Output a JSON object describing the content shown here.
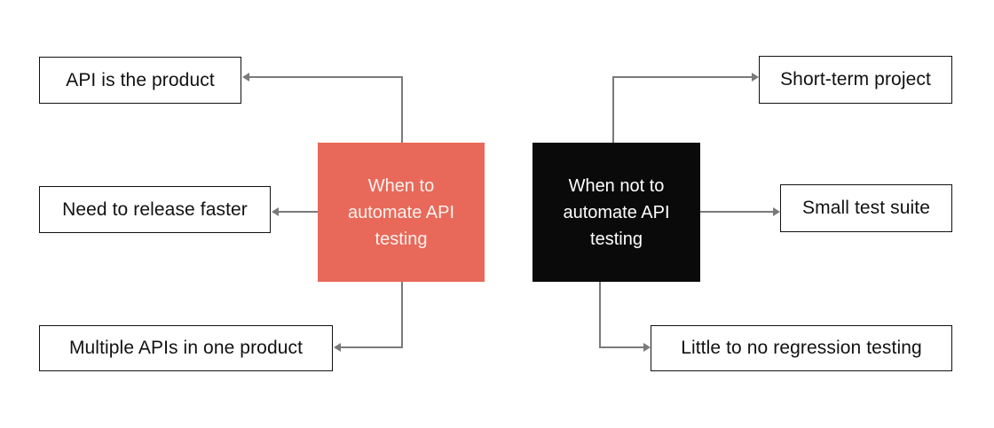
{
  "diagram": {
    "type": "flowchart",
    "background_color": "#ffffff",
    "connector_color": "#7a7a7a",
    "clusters": [
      {
        "id": "when-to-automate",
        "center": {
          "label": "When to automate API testing",
          "line1": "When to",
          "line2": "automate API",
          "line3": "testing",
          "fill_color": "#e8695a",
          "text_color": "#fdf2ee"
        },
        "direction": "center-to-leaves-left",
        "leaves": [
          {
            "label": "API is the product",
            "position": "top-left"
          },
          {
            "label": "Need to release faster",
            "position": "middle-left"
          },
          {
            "label": "Multiple APIs in one product",
            "position": "bottom-left"
          }
        ]
      },
      {
        "id": "when-not-to-automate",
        "center": {
          "label": "When not to automate API testing",
          "line1": "When not to",
          "line2": "automate API",
          "line3": "testing",
          "fill_color": "#0a0a0a",
          "text_color": "#ffffff"
        },
        "direction": "center-to-leaves-right",
        "leaves": [
          {
            "label": "Short-term project",
            "position": "top-right"
          },
          {
            "label": "Small test suite",
            "position": "middle-right"
          },
          {
            "label": "Little to no regression testing",
            "position": "bottom-right"
          }
        ]
      }
    ]
  }
}
